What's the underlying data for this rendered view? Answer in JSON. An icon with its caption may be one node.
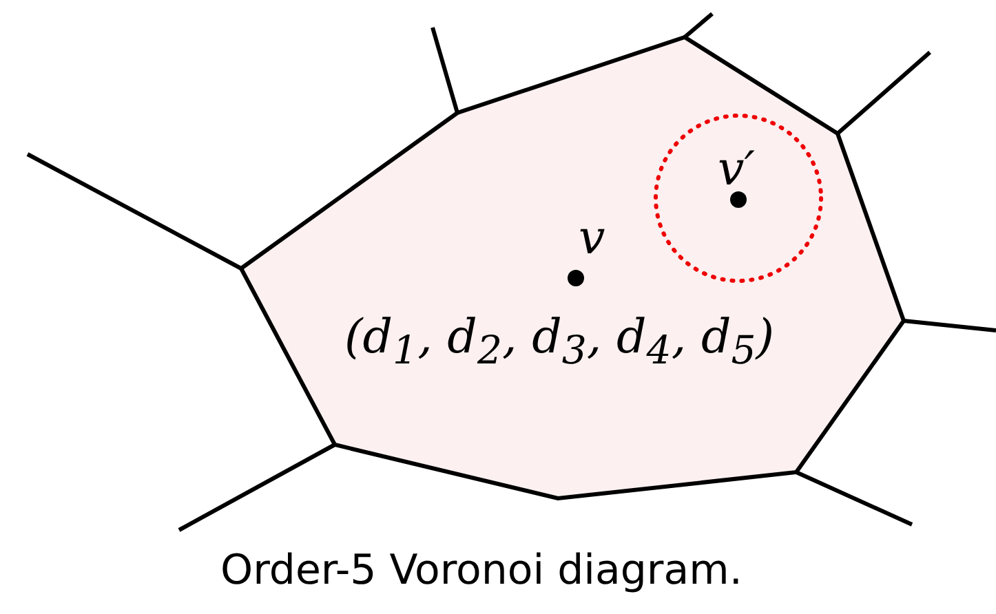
{
  "diagram": {
    "caption": "Order-5 Voronoi diagram.",
    "labels": [
      "v′",
      "v",
      "(d$_{1}$, d$_{2}$, d$_{3}$, d$_{4}$, d$_{5}$)"
    ]
  }
}
